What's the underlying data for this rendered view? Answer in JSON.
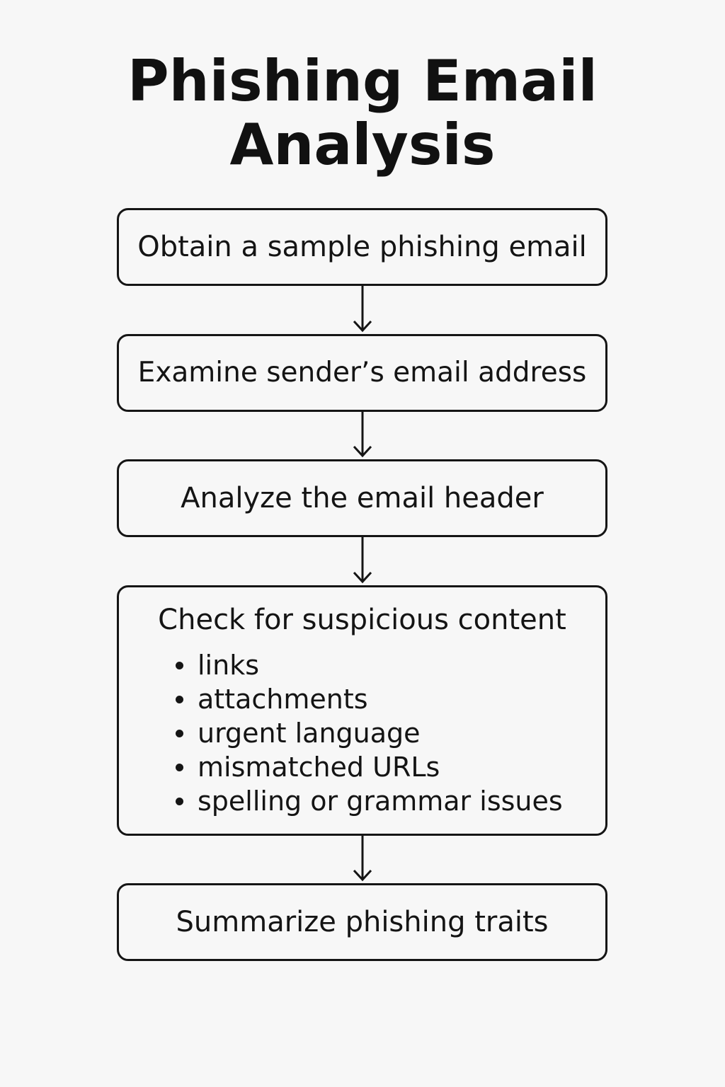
{
  "title": {
    "line1": "Phishing Email",
    "line2": "Analysis"
  },
  "steps": [
    {
      "label": "Obtain a sample phishing email"
    },
    {
      "label": "Examine sender’s email address"
    },
    {
      "label": "Analyze the email header"
    },
    {
      "label": "Check for suspicious content",
      "bullets": [
        "links",
        "attachments",
        "urgent language",
        "mismatched URLs",
        "spelling or grammar issues"
      ]
    },
    {
      "label": "Summarize phishing traits"
    }
  ],
  "colors": {
    "background": "#f7f7f7",
    "stroke": "#151515",
    "text": "#141414"
  }
}
